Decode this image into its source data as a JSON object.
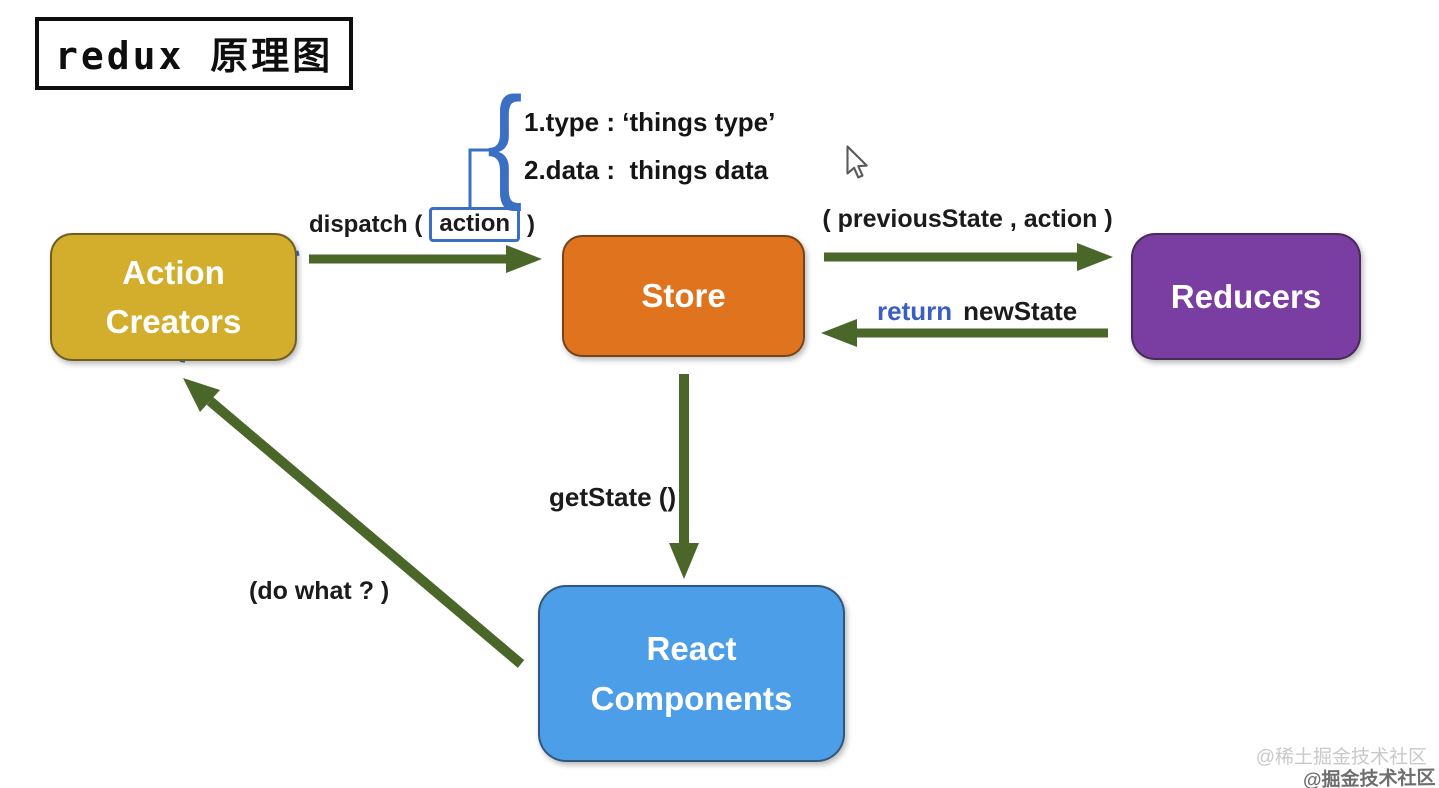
{
  "title": "redux 原理图",
  "annotation": {
    "brace": "{",
    "line1": "1.type : ‘things type’",
    "line2": "2.data :  things data"
  },
  "nodes": {
    "action_creators": {
      "line1": "Action",
      "line2": "Creators",
      "color": "#d3ae2c"
    },
    "store": {
      "label": "Store",
      "color": "#e0741e"
    },
    "reducers": {
      "label": "Reducers",
      "color": "#7a3da1"
    },
    "react_components": {
      "line1": "React",
      "line2": "Components",
      "color": "#4d9ee8"
    }
  },
  "labels": {
    "dispatch_prefix": "dispatch (",
    "action_word": "action",
    "dispatch_suffix": ")",
    "previous_state": "( previousState , action )",
    "return_keyword": "return",
    "new_state": "newState",
    "get_state": "getState ()",
    "do_what": "(do what ? )"
  },
  "watermarks": {
    "light": "@稀土掘金技术社区",
    "dark": "@掘金技术社区"
  },
  "colors": {
    "arrow_green": "#4a6628",
    "accent_blue": "#3a6fc4",
    "return_blue": "#3a5ec6",
    "store_dash": "#161616"
  }
}
